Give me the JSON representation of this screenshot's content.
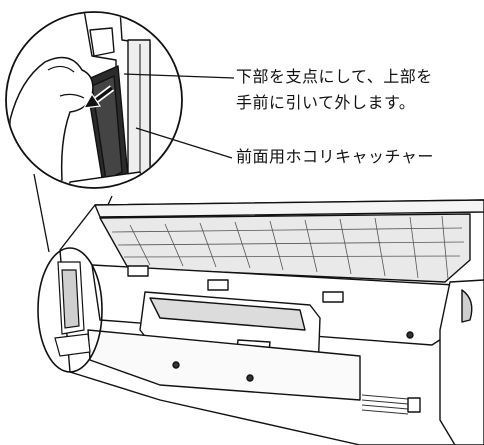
{
  "callouts": {
    "instruction": {
      "line1": "下部を支点にして、上部を",
      "line2": "手前に引いて外します。"
    },
    "part_label": "前面用ホコリキャッチャー"
  },
  "colors": {
    "line": "#111111",
    "shade": "#cfcfcf",
    "dark": "#2b2b2b",
    "fill": "#ffffff"
  },
  "icons": {
    "arrow": "removal-direction-arrow"
  }
}
